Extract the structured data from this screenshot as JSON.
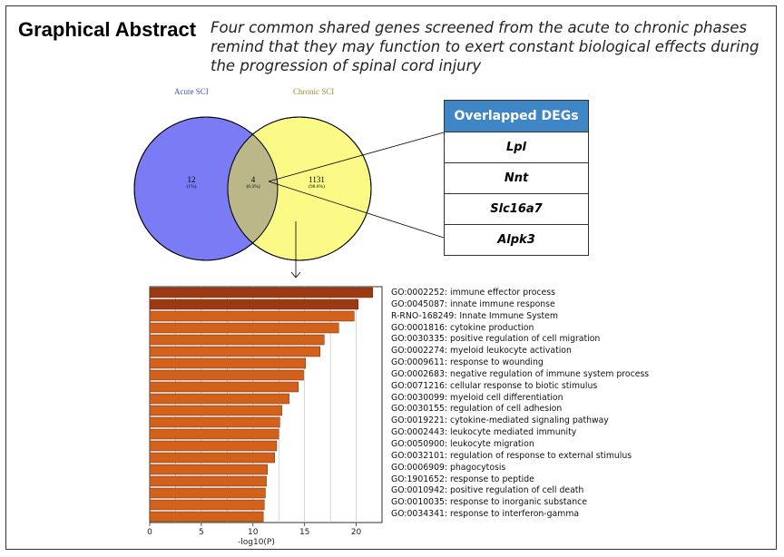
{
  "header": {
    "title": "Graphical Abstract",
    "subtitle": "Four common shared genes screened from the acute to chronic phases remind that they may function to exert constant biological effects during the progression of spinal cord injury"
  },
  "venn": {
    "acute_label": "Acute SCI",
    "chronic_label": "Chronic SCI",
    "acute_only": {
      "count": "12",
      "percent": "(1%)"
    },
    "overlap": {
      "count": "4",
      "percent": "(0.3%)"
    },
    "chronic_only": {
      "count": "1131",
      "percent": "(98.6%)"
    },
    "colors": {
      "acute": "#7b7cf5",
      "chronic": "#fbfa87",
      "overlap": "#bcb789"
    }
  },
  "deg_table": {
    "header": "Overlapped DEGs",
    "genes": [
      "Lpl",
      "Nnt",
      "Slc16a7",
      "Alpk3"
    ],
    "header_color": "#3f86c6"
  },
  "chart_data": {
    "type": "bar",
    "orientation": "horizontal",
    "categories": [
      "GO:0002252: immune effector process",
      "GO:0045087: innate immune response",
      "R-RNO-168249: Innate Immune System",
      "GO:0001816: cytokine production",
      "GO:0030335: positive regulation of cell migration",
      "GO:0002274: myeloid leukocyte activation",
      "GO:0009611: response to wounding",
      "GO:0002683: negative regulation of immune system process",
      "GO:0071216: cellular response to biotic stimulus",
      "GO:0030099: myeloid cell differentiation",
      "GO:0030155: regulation of cell adhesion",
      "GO:0019221: cytokine-mediated signaling pathway",
      "GO:0002443: leukocyte mediated immunity",
      "GO:0050900: leukocyte migration",
      "GO:0032101: regulation of response to external stimulus",
      "GO:0006909: phagocytosis",
      "GO:1901652: response to peptide",
      "GO:0010942: positive regulation of cell death",
      "GO:0010035: response to inorganic substance",
      "GO:0034341: response to interferon-gamma"
    ],
    "values": [
      21.6,
      20.2,
      19.8,
      18.3,
      16.9,
      16.5,
      15.1,
      14.9,
      14.4,
      13.5,
      12.8,
      12.6,
      12.5,
      12.3,
      12.1,
      11.4,
      11.3,
      11.2,
      11.1,
      11.0
    ],
    "xlabel": "-log10(P)",
    "xlim": [
      0,
      22.5
    ],
    "xticks": [
      0,
      5,
      10,
      15,
      20
    ],
    "grid": true,
    "colors": {
      "top": "#9b3a12",
      "default": "#d2611c"
    }
  }
}
